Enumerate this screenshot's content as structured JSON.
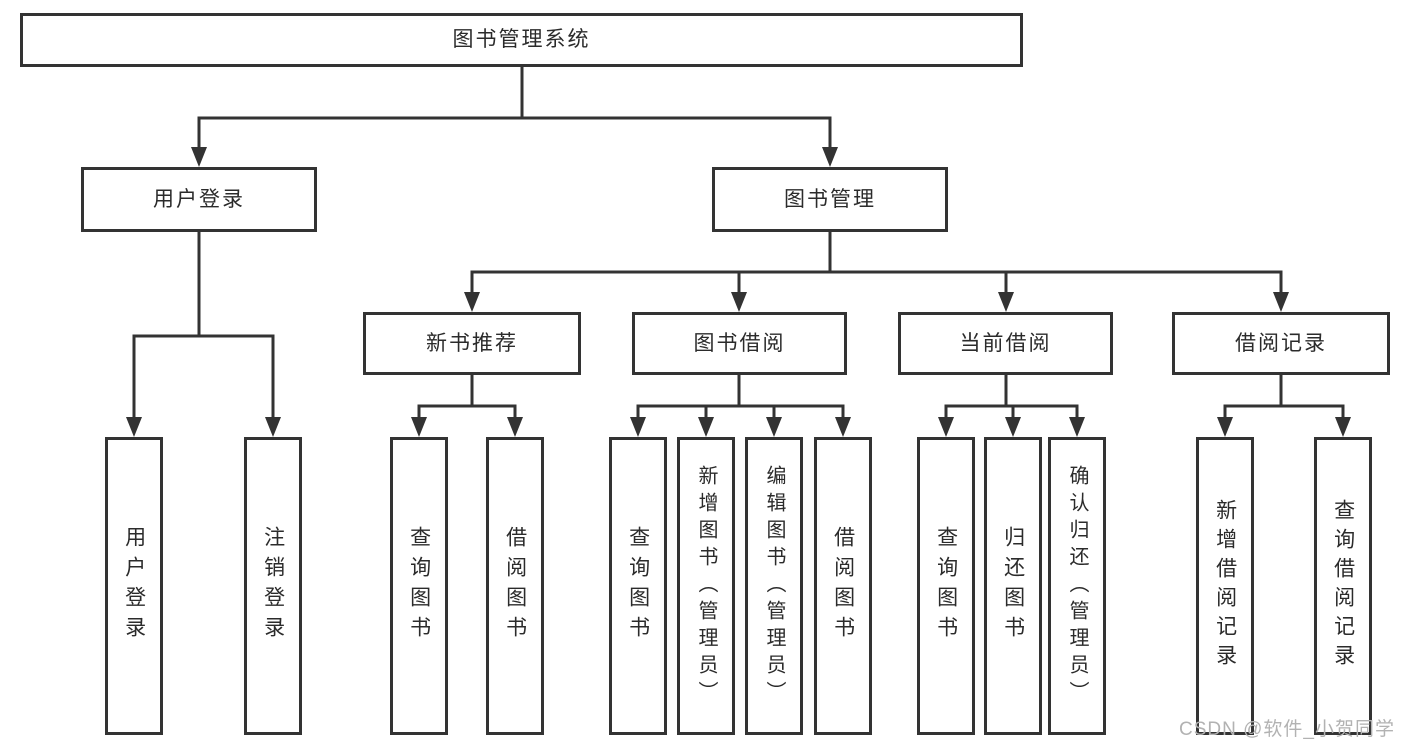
{
  "diagram_title": "图书管理系统",
  "tree": {
    "label": "图书管理系统",
    "children": [
      {
        "label": "用户登录",
        "children": [
          {
            "label": "用户登录"
          },
          {
            "label": "注销登录"
          }
        ]
      },
      {
        "label": "图书管理",
        "children": [
          {
            "label": "新书推荐",
            "children": [
              {
                "label": "查询图书"
              },
              {
                "label": "借阅图书"
              }
            ]
          },
          {
            "label": "图书借阅",
            "children": [
              {
                "label": "查询图书"
              },
              {
                "label": "新增图书（管理员）"
              },
              {
                "label": "编辑图书（管理员）"
              },
              {
                "label": "借阅图书"
              }
            ]
          },
          {
            "label": "当前借阅",
            "children": [
              {
                "label": "查询图书"
              },
              {
                "label": "归还图书"
              },
              {
                "label": "确认归还（管理员）"
              }
            ]
          },
          {
            "label": "借阅记录",
            "children": [
              {
                "label": "新增借阅记录"
              },
              {
                "label": "查询借阅记录"
              }
            ]
          }
        ]
      }
    ]
  },
  "watermark": {
    "text": "CSDN @软件_小贺同学"
  },
  "colors": {
    "line": "#333333",
    "node_border": "#333333",
    "text": "#2b2b2b",
    "watermark": "#b2b2b2",
    "background": "#ffffff"
  }
}
